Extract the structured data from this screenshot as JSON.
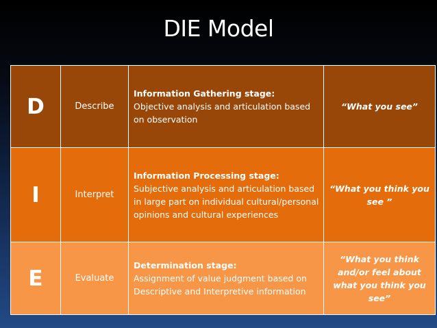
{
  "title": "DIE Model",
  "rows": [
    {
      "letter": "D",
      "word": "Describe",
      "heading": "Information Gathering stage:",
      "body": "Objective analysis and articulation based on observation",
      "quote": "“What you see”"
    },
    {
      "letter": "I",
      "word": "Interpret",
      "heading": "Information Processing stage:",
      "body": "Subjective analysis and articulation based in large part on individual cultural/personal opinions and cultural experiences",
      "quote": "“What you think you see ”"
    },
    {
      "letter": "E",
      "word": "Evaluate",
      "heading": "Determination stage:",
      "body": "Assignment of value judgment based on Descriptive and Interpretive information",
      "quote": "“What you think and/or feel about what you think you see”"
    }
  ],
  "colors": {
    "row_d": "#984708",
    "row_i": "#e46c0a",
    "row_e": "#f79646",
    "text": "#ffffff"
  }
}
